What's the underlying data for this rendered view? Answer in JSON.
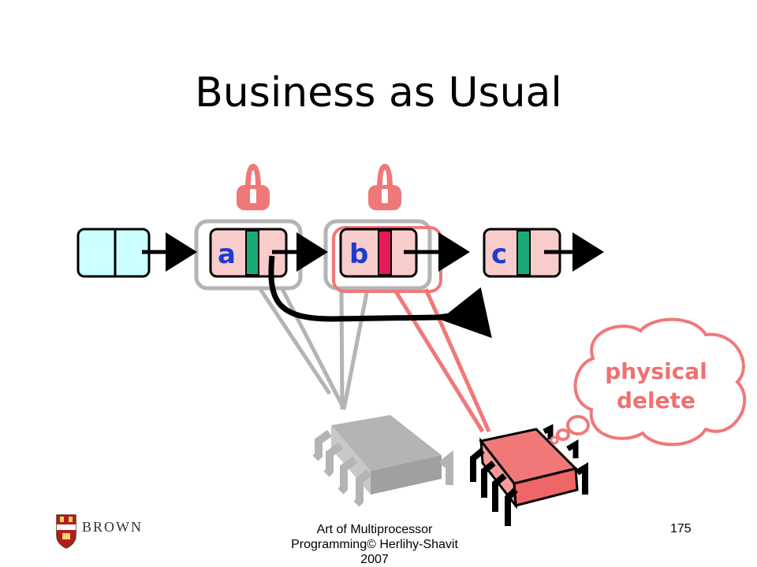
{
  "slide": {
    "title": "Business as Usual",
    "nodes": [
      {
        "id": "sentinel",
        "label": ""
      },
      {
        "id": "a",
        "label": "a"
      },
      {
        "id": "b",
        "label": "b"
      },
      {
        "id": "c",
        "label": "c"
      }
    ],
    "thought_bubble": [
      "physical",
      "delete"
    ]
  },
  "footer": {
    "logo_text": "BROWN",
    "credit_line1": "Art of Multiprocessor",
    "credit_line2": "Programming© Herlihy-Shavit",
    "credit_line3": "2007",
    "page_number": "175"
  },
  "colors": {
    "sentinel_fill": "#ccffff",
    "node_fill": "#f9cccc",
    "mark_green": "#1aaa77",
    "mark_red": "#e8195a",
    "lock_color": "#f07878",
    "label_blue": "#1f3ad1",
    "gray_thread": "#b4b4b4",
    "red_thread": "#f07878"
  }
}
